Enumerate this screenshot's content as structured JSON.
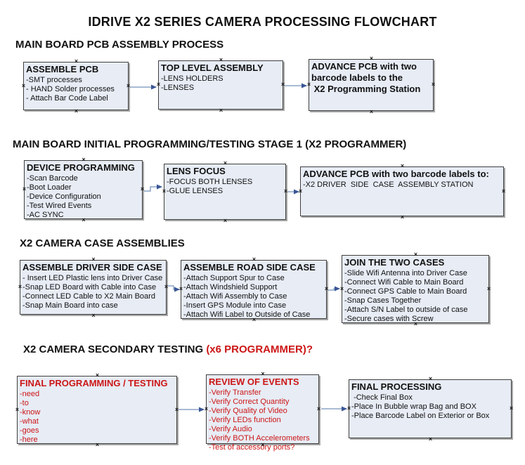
{
  "title": "IDRIVE X2  SERIES CAMERA PROCESSING FLOWCHART",
  "colors": {
    "box_fill": "#e7ecf5",
    "box_border": "#3f3f3f",
    "arrow_line": "#8ba3c7",
    "arrow_head": "#3a5795",
    "red_text": "#cc1616",
    "black_text": "#111111"
  },
  "sections": [
    {
      "heading": "MAIN BOARD PCB ASSEMBLY PROCESS",
      "heading_red": "",
      "boxes": [
        {
          "title": "ASSEMBLE PCB",
          "lines": [
            "-SMT processes",
            "- HAND Solder processes",
            "- Attach Bar Code Label"
          ]
        },
        {
          "title": "TOP LEVEL ASSEMBLY",
          "lines": [
            "-LENS HOLDERS",
            "-LENSES"
          ]
        },
        {
          "title": "ADVANCE PCB with two\nbarcode labels to the\n X2 Programming Station",
          "lines": []
        }
      ]
    },
    {
      "heading": "MAIN BOARD INITIAL PROGRAMMING/TESTING STAGE 1 (X2 PROGRAMMER)",
      "heading_red": "",
      "boxes": [
        {
          "title": "DEVICE PROGRAMMING",
          "lines": [
            "-Scan Barcode",
            "-Boot Loader",
            "-Device Configuration",
            "-Test Wired Events",
            "-AC SYNC"
          ]
        },
        {
          "title": "LENS FOCUS",
          "lines": [
            "-FOCUS BOTH LENSES",
            "-GLUE LENSES"
          ]
        },
        {
          "title": "ADVANCE PCB with two barcode labels to:",
          "lines": [
            "-X2 DRIVER  SIDE  CASE  ASSEMBLY STATION"
          ]
        }
      ]
    },
    {
      "heading": "X2 CAMERA CASE ASSEMBLIES",
      "heading_red": "",
      "boxes": [
        {
          "title": "ASSEMBLE DRIVER SIDE CASE",
          "lines": [
            "- Insert LED Plastic lens into Driver Case",
            "-Snap LED Board with Cable into Case",
            "-Connect LED Cable to X2 Main Board",
            "-Snap Main Board into case"
          ]
        },
        {
          "title": "ASSEMBLE ROAD SIDE CASE",
          "lines": [
            "-Attach Support Spur to Case",
            "-Attach Windshield Support",
            "-Attach Wifi Assembly to Case",
            "-Insert GPS Module into Case",
            "-Attach Wifi Label to Outside of Case"
          ]
        },
        {
          "title": "JOIN THE TWO CASES",
          "lines": [
            "-Slide Wifi Antenna into Driver Case",
            "-Connect Wifi Cable to Main Board",
            "-Connect GPS Cable to Main Board",
            "-Snap Cases Together",
            "-Attach S/N Label to outside of case",
            "-Secure cases with Screw"
          ]
        }
      ]
    },
    {
      "heading": "X2 CAMERA SECONDARY TESTING ",
      "heading_red": " (x6 PROGRAMMER)?",
      "boxes": [
        {
          "title": "FINAL PROGRAMMING / TESTING",
          "lines": [
            "-need",
            "-to",
            "-know",
            "-what",
            "-goes",
            "-here"
          ]
        },
        {
          "title": "REVIEW OF EVENTS",
          "lines": [
            "-Verify Transfer",
            "-Verify Correct Quantity",
            "-Verify Quality of Video",
            "-Verify LEDs function",
            "-Verify Audio",
            "-Verify BOTH Accelerometers",
            "-Test of accessory ports?"
          ]
        },
        {
          "title": "FINAL PROCESSING",
          "lines": [
            " -Check Final Box",
            "-Place In Bubble wrap Bag and BOX",
            "-Place Barcode Label on Exterior or Box"
          ]
        }
      ]
    }
  ]
}
